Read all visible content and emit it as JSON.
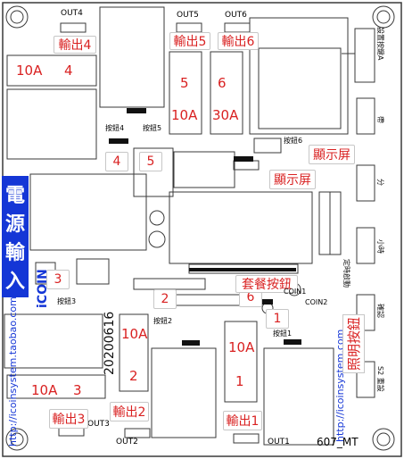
{
  "banner": [
    "電",
    "源",
    "輸",
    "入"
  ],
  "icoin_logo": "iCOIN",
  "urls": {
    "left": "http://icoinsystem.taobao.com",
    "right": "http://icoinsystem.com"
  },
  "date": "20200616",
  "board_code": "607_MT",
  "outputs": {
    "out1": {
      "silk": "OUT1",
      "label": "輸出1"
    },
    "out2": {
      "silk": "OUT2",
      "label": "輸出2"
    },
    "out3": {
      "silk": "OUT3",
      "label": "輸出3"
    },
    "out4": {
      "silk": "OUT4",
      "label": "輸出4"
    },
    "out5": {
      "silk": "OUT5",
      "label": "輸出5"
    },
    "out6": {
      "silk": "OUT6",
      "label": "輸出6"
    }
  },
  "relays": {
    "r1": {
      "amp": "10A",
      "num": "1"
    },
    "r2": {
      "amp": "10A",
      "num": "2"
    },
    "r3": {
      "amp": "10A",
      "num": "3"
    },
    "r4": {
      "amp": "10A",
      "num": "4"
    },
    "r5": {
      "amp": "10A",
      "num": "5"
    },
    "r6": {
      "amp": "30A",
      "num": "6"
    }
  },
  "buttons": {
    "b1": {
      "silk": "按鈕1",
      "num": "1"
    },
    "b2": {
      "silk": "按鈕2",
      "num": "2"
    },
    "b3": {
      "silk": "按鈕3",
      "num": "3"
    },
    "b4": {
      "silk": "按鈕4",
      "num": "4"
    },
    "b5": {
      "silk": "按鈕5",
      "num": "5"
    },
    "b6": {
      "silk": "按鈕6",
      "num": "6"
    }
  },
  "labels": {
    "display1": "顯示屏",
    "display2": "顯示屏",
    "package_button": "套餐按鈕",
    "light_button": "照明按鈕",
    "coin1": "COIN1",
    "coin2": "COIN2"
  },
  "right_silk": [
    "設置按鍵A",
    "帶",
    "分",
    "小時",
    "定時啟動",
    "確認",
    "S2 重設"
  ],
  "colors": {
    "label_red": "#d92121",
    "banner_blue": "#1436d6",
    "line": "#3a3a3a"
  }
}
